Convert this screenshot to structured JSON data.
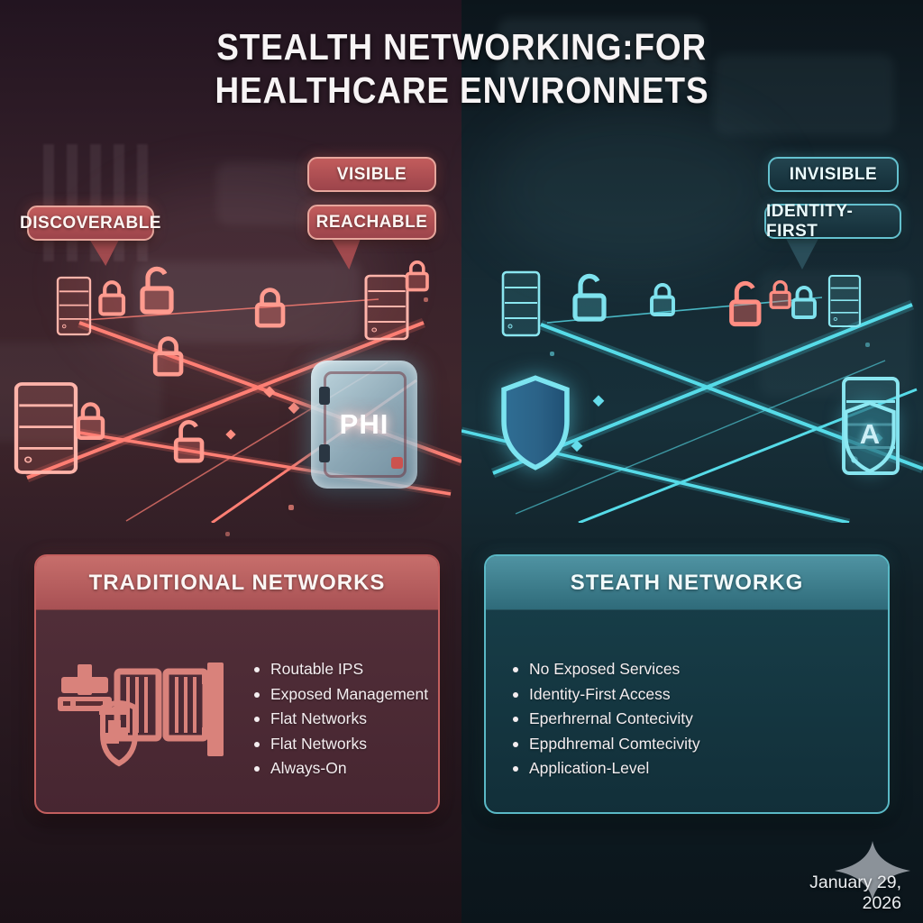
{
  "title": {
    "line1": "STEALTH NETWORKING:FOR",
    "line2": "HEALTHCARE ENVIRONNETS"
  },
  "badges": {
    "left": [
      "DISCOVERABLE",
      "VISIBLE",
      "REACHABLE"
    ],
    "right": [
      "INVISIBLE",
      "IDENTITY-FIRST"
    ]
  },
  "diagram": {
    "phi_label": "PHI",
    "auth_badge": "A"
  },
  "panels": {
    "traditional": {
      "title": "TRADITIONAL NETWORKS",
      "bullets": [
        "Routable IPS",
        "Exposed Management",
        "Flat Networks",
        "Flat Networks",
        "Always-On"
      ]
    },
    "stealth": {
      "title": "STEATH NETWORKG",
      "bullets": [
        "No Exposed Services",
        "Identity-First Access",
        "Eperhrernal Contecivity",
        "Eppdhremal Comtecivity",
        "Application-Level"
      ]
    }
  },
  "footer": {
    "date": "January 29, 2026"
  },
  "colors": {
    "accent_red": "#c75b5c",
    "accent_red_light": "#e7a69c",
    "accent_teal": "#5cc4d4",
    "accent_teal_bright": "#7fe2ee",
    "left_bg": "#40262c",
    "right_bg": "#17303a",
    "phi_glass": "#bfe0ea",
    "sparkle_gray": "#99a0a7"
  }
}
